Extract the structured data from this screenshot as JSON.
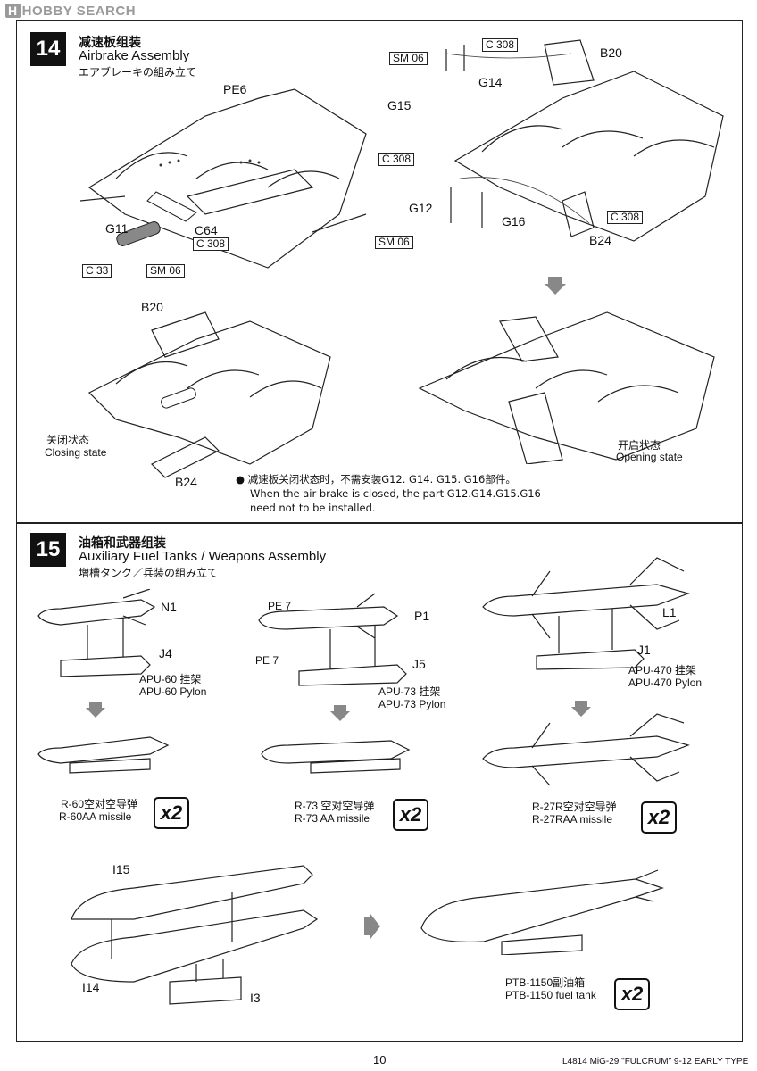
{
  "watermark": {
    "logo": "H",
    "text": "HOBBY SEARCH"
  },
  "step14": {
    "number": "14",
    "title_cn": "减速板组装",
    "title_en": "Airbrake Assembly",
    "title_jp": "エアブレーキの組み立て",
    "labels": {
      "pe6": "PE6",
      "g11": "G11",
      "c64": "C64",
      "c308a": "C 308",
      "c33": "C 33",
      "sm06a": "SM 06",
      "c308b": "C 308",
      "b20a": "B20",
      "sm06b": "SM 06",
      "g14": "G14",
      "g15": "G15",
      "c308c": "C 308",
      "g12": "G12",
      "g16": "G16",
      "c308d": "C 308",
      "sm06c": "SM 06",
      "b24a": "B24",
      "b20b": "B20",
      "b24b": "B24"
    },
    "closing_cn": "关闭状态",
    "closing_en": "Closing state",
    "opening_cn": "开启状态",
    "opening_en": "Opening state",
    "note_bullet": "●",
    "note_cn": "减速板关闭状态时，不需安装G12. G14. G15. G16部件。",
    "note_en1": "When the air brake is closed, the part G12.G14.G15.G16",
    "note_en2": "need not to be installed."
  },
  "step15": {
    "number": "15",
    "title_cn": "油箱和武器组装",
    "title_en": "Auxiliary Fuel Tanks / Weapons Assembly",
    "title_jp": "増槽タンク／兵装の組み立て",
    "labels": {
      "n1": "N1",
      "j4": "J4",
      "p1": "P1",
      "j5": "J5",
      "pe7a": "PE 7",
      "pe7b": "PE 7",
      "l1": "L1",
      "j1": "J1",
      "i15": "I15",
      "i14": "I14",
      "i3": "I3"
    },
    "pylon1_cn": "APU-60 挂架",
    "pylon1_en": "APU-60 Pylon",
    "pylon2_cn": "APU-73 挂架",
    "pylon2_en": "APU-73 Pylon",
    "pylon3_cn": "APU-470 挂架",
    "pylon3_en": "APU-470 Pylon",
    "missile1_cn": "R-60空对空导弹",
    "missile1_en": "R-60AA missile",
    "missile2_cn": "R-73 空对空导弹",
    "missile2_en": "R-73 AA missile",
    "missile3_cn": "R-27R空对空导弹",
    "missile3_en": "R-27RAA missile",
    "tank_cn": "PTB-1150副油箱",
    "tank_en": "PTB-1150 fuel tank",
    "qty": "x2"
  },
  "footer": {
    "page": "10",
    "product": "L4814 MiG-29 \"FULCRUM\" 9-12 EARLY TYPE"
  }
}
